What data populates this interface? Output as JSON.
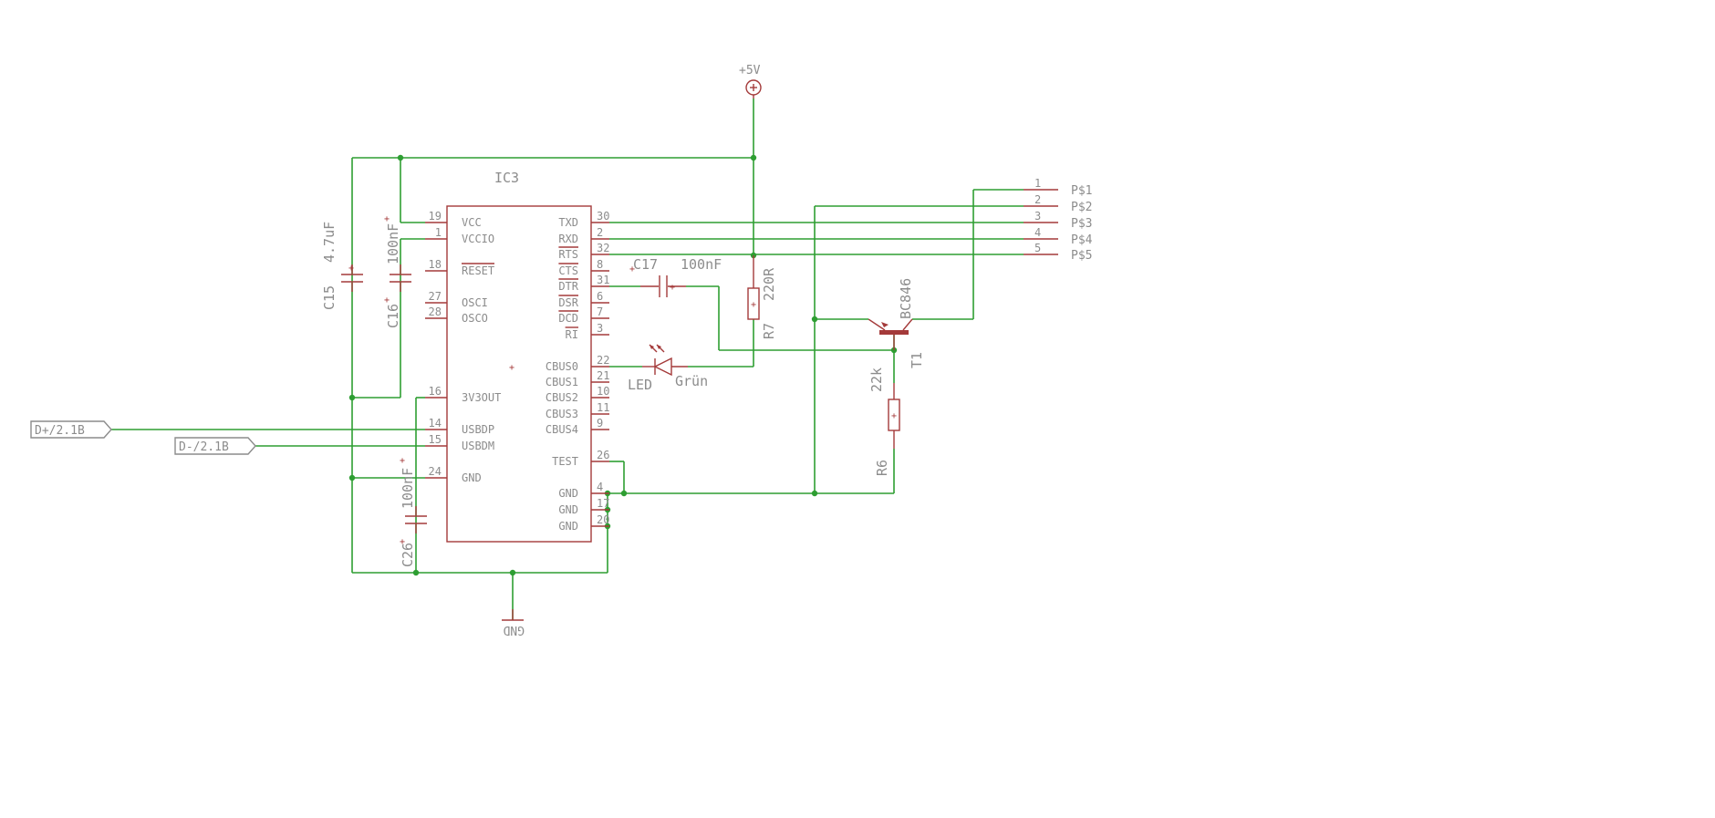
{
  "power": {
    "vcc_label": "+5V",
    "gnd_label": "GND"
  },
  "ic": {
    "name": "IC3",
    "left_pins": [
      {
        "num": "19",
        "name": "VCC"
      },
      {
        "num": "1",
        "name": "VCCIO"
      },
      {
        "num": "18",
        "name": "RESET"
      },
      {
        "num": "27",
        "name": "OSCI"
      },
      {
        "num": "28",
        "name": "OSCO"
      },
      {
        "num": "16",
        "name": "3V3OUT"
      },
      {
        "num": "14",
        "name": "USBDP"
      },
      {
        "num": "15",
        "name": "USBDM"
      },
      {
        "num": "24",
        "name": "GND"
      }
    ],
    "right_pins": [
      {
        "num": "30",
        "name": "TXD"
      },
      {
        "num": "2",
        "name": "RXD"
      },
      {
        "num": "32",
        "name": "RTS"
      },
      {
        "num": "8",
        "name": "CTS"
      },
      {
        "num": "31",
        "name": "DTR"
      },
      {
        "num": "6",
        "name": "DSR"
      },
      {
        "num": "7",
        "name": "DCD"
      },
      {
        "num": "3",
        "name": "RI"
      },
      {
        "num": "22",
        "name": "CBUS0"
      },
      {
        "num": "21",
        "name": "CBUS1"
      },
      {
        "num": "10",
        "name": "CBUS2"
      },
      {
        "num": "11",
        "name": "CBUS3"
      },
      {
        "num": "9",
        "name": "CBUS4"
      },
      {
        "num": "26",
        "name": "TEST"
      },
      {
        "num": "4",
        "name": "GND"
      },
      {
        "num": "17",
        "name": "GND"
      },
      {
        "num": "20",
        "name": "GND"
      }
    ]
  },
  "components": {
    "c15": {
      "name": "C15",
      "value": "4.7uF"
    },
    "c16": {
      "name": "C16",
      "value": "100nF"
    },
    "c17": {
      "name": "C17",
      "value": "100nF"
    },
    "c26": {
      "name": "C26",
      "value": "100nF"
    },
    "r7": {
      "name": "R7",
      "value": "220R"
    },
    "r6": {
      "name": "R6",
      "value": "22k"
    },
    "led": {
      "name": "LED",
      "value": "Grün"
    },
    "t1": {
      "name": "T1",
      "value": "BC846"
    }
  },
  "ports": {
    "dplus": "D+/2.1B",
    "dminus": "D-/2.1B"
  },
  "connector": {
    "pins": [
      {
        "num": "1",
        "name": "P$1"
      },
      {
        "num": "2",
        "name": "P$2"
      },
      {
        "num": "3",
        "name": "P$3"
      },
      {
        "num": "4",
        "name": "P$4"
      },
      {
        "num": "5",
        "name": "P$5"
      }
    ]
  },
  "colors": {
    "wire": "#2e9e32",
    "symbol": "#a43a3a",
    "text": "#8c8c8c",
    "background": "#ffffff"
  }
}
